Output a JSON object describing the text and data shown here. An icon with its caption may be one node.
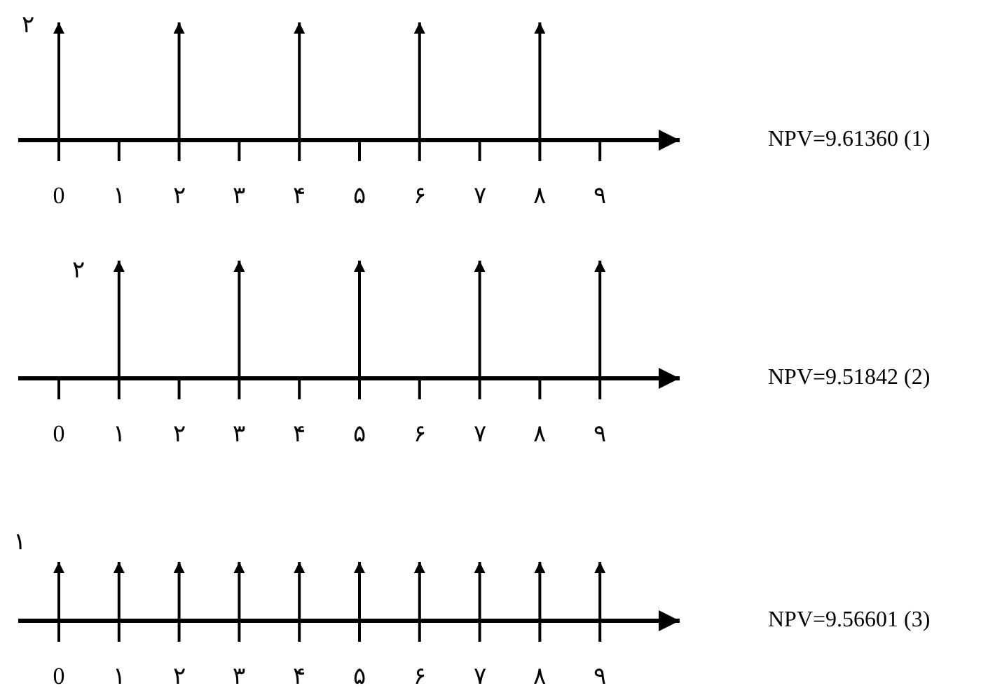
{
  "diagram": {
    "labels": [
      "۲",
      "NPV=9.61360 (1)",
      "0",
      "۱",
      "۲",
      "۳",
      "۴",
      "۵",
      "۶",
      "۷",
      "۸",
      "۹",
      "۲",
      "NPV=9.51842 (2)",
      "0",
      "۱",
      "۲",
      "۳",
      "۴",
      "۵",
      "۶",
      "۷",
      "۸",
      "۹",
      "۱",
      "NPV=9.56601 (3)",
      "0",
      "۱",
      "۲",
      "۳",
      "۴",
      "۵",
      "۶",
      "۷",
      "۸",
      "۹"
    ]
  }
}
